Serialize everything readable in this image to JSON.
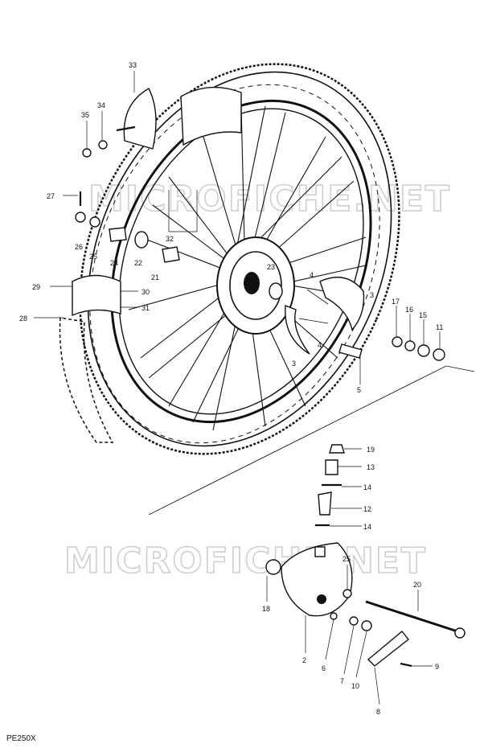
{
  "watermark": "MICROFICHE.NET",
  "model_code": "PE250X",
  "callouts": [
    {
      "id": "c33",
      "text": "33"
    },
    {
      "id": "c34",
      "text": "34"
    },
    {
      "id": "c35",
      "text": "35"
    },
    {
      "id": "c27",
      "text": "27"
    },
    {
      "id": "c26",
      "text": "26"
    },
    {
      "id": "c25a",
      "text": "25"
    },
    {
      "id": "c24",
      "text": "24"
    },
    {
      "id": "c22",
      "text": "22"
    },
    {
      "id": "c21",
      "text": "21"
    },
    {
      "id": "c32",
      "text": "32"
    },
    {
      "id": "c23",
      "text": "23"
    },
    {
      "id": "c29",
      "text": "29"
    },
    {
      "id": "c30",
      "text": "30"
    },
    {
      "id": "c31",
      "text": "31"
    },
    {
      "id": "c28",
      "text": "28"
    },
    {
      "id": "c4a",
      "text": "4"
    },
    {
      "id": "c3a",
      "text": "3"
    },
    {
      "id": "c4b",
      "text": "4"
    },
    {
      "id": "c3b",
      "text": "3"
    },
    {
      "id": "c17",
      "text": "17"
    },
    {
      "id": "c16",
      "text": "16"
    },
    {
      "id": "c15",
      "text": "15"
    },
    {
      "id": "c11",
      "text": "11"
    },
    {
      "id": "c5",
      "text": "5"
    },
    {
      "id": "c19",
      "text": "19"
    },
    {
      "id": "c13",
      "text": "13"
    },
    {
      "id": "c14a",
      "text": "14"
    },
    {
      "id": "c12",
      "text": "12"
    },
    {
      "id": "c14b",
      "text": "14"
    },
    {
      "id": "c25b",
      "text": "25"
    },
    {
      "id": "c20",
      "text": "20"
    },
    {
      "id": "c18",
      "text": "18"
    },
    {
      "id": "c2",
      "text": "2"
    },
    {
      "id": "c6",
      "text": "6"
    },
    {
      "id": "c7",
      "text": "7"
    },
    {
      "id": "c10",
      "text": "10"
    },
    {
      "id": "c9",
      "text": "9"
    },
    {
      "id": "c8",
      "text": "8"
    }
  ]
}
